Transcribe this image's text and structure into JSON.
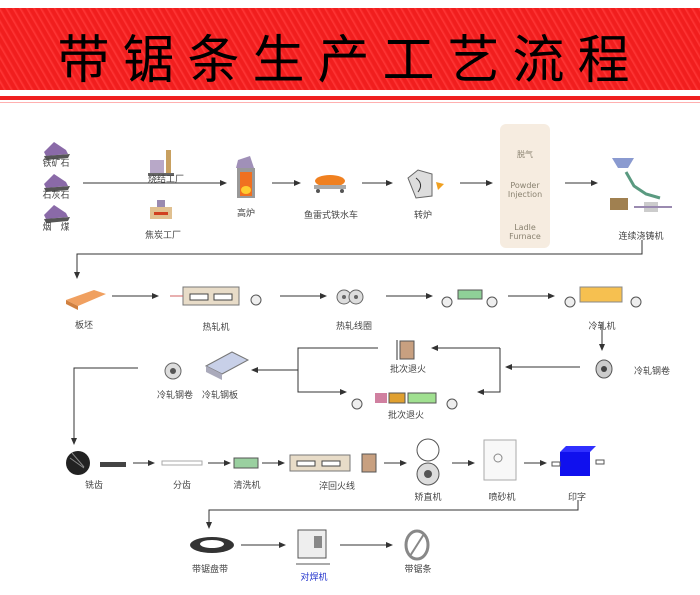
{
  "title": "带锯条生产工艺流程",
  "colors": {
    "banner": "#f11e1e",
    "stamp_box": "#1010ee",
    "welder_label": "#2233cc"
  },
  "row1": {
    "raw_materials": [
      "铁矿石",
      "石灰石",
      "烟　煤"
    ],
    "sinter_plant": "烧结工厂",
    "coking_plant": "焦炭工厂",
    "blast_furnace": "高炉",
    "torpedo_car": "鱼雷式铁水车",
    "converter": "转炉",
    "refining_panel": {
      "degassing": "脱气",
      "powder_1": "Powder",
      "powder_2": "Injection",
      "ladle_1": "Ladle",
      "ladle_2": "Furnace"
    },
    "continuous_caster": "连续浇铸机"
  },
  "row2": {
    "slab": "板坯",
    "hot_mill": "热轧机",
    "hot_coil": "热轧线圈",
    "cold_mill": "冷轧机"
  },
  "row3": {
    "cold_coil_right": "冷轧钢卷",
    "batch_anneal_top": "批次退火",
    "batch_anneal_bottom": "批次退火",
    "cold_coil_left": "冷轧钢卷",
    "cold_sheet": "冷轧钢板"
  },
  "row4": {
    "milling": "铣齿",
    "tooth_setting": "分齿",
    "washer": "清洗机",
    "quench_temper": "淬回火线",
    "straightener": "矫直机",
    "sandblaster": "喷砂机",
    "printing": "印字"
  },
  "row5": {
    "coil_band": "带锯盘带",
    "butt_welder": "对焊机",
    "band_saw": "带锯条"
  }
}
